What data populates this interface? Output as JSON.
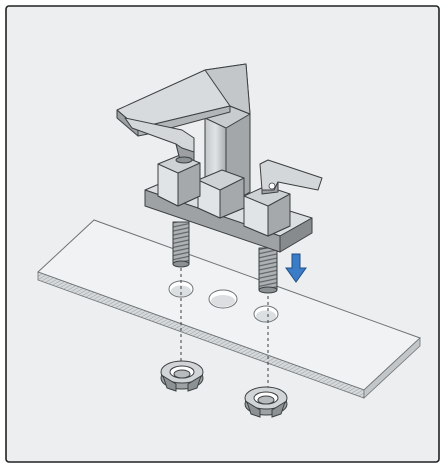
{
  "figure": {
    "type": "installation-diagram",
    "components": [
      "faucet-body",
      "threaded-shank-left",
      "threaded-shank-right",
      "countertop-panel",
      "mounting-hole-left",
      "mounting-hole-center",
      "mounting-hole-right",
      "lock-nut-left",
      "lock-nut-right",
      "down-arrow"
    ],
    "colors": {
      "background": "#eceeef",
      "frame": "#1f2224",
      "metal_light": "#d2d5d7",
      "metal_mid": "#b7bbbe",
      "metal_dark": "#8c9194",
      "countertop": "#eff1f2",
      "countertop_edge": "#c9cccf",
      "arrow": "#3a7cc5",
      "outline": "#3c4042"
    },
    "icons": {
      "arrow": "arrow-down-icon"
    }
  }
}
